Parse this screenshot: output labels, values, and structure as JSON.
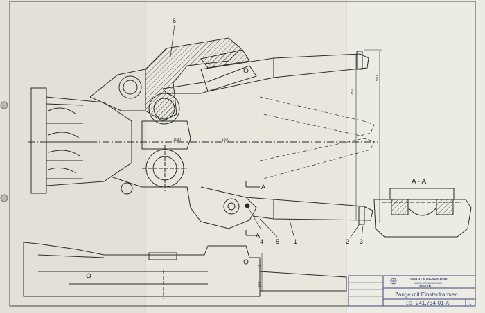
{
  "callouts": {
    "c6": "6",
    "c4": "4",
    "c5": "5",
    "c1": "1",
    "c2": "2",
    "c3": "3",
    "a1": "A",
    "a2": "A"
  },
  "section_label": "A - A",
  "dims": {
    "d1": "1090",
    "d2": "1500",
    "d3": "1250",
    "d4": "1560",
    "d5": "775",
    "d6": "340"
  },
  "title_block": {
    "company": "DANGO & DIENENTHAL",
    "company_sub": "MASCHINENBAU GMBH",
    "city": "SIEGEN",
    "title": "Zange mit Einsteckarmen",
    "scale": "1:5",
    "drawing_no": "241.734-01-X-",
    "sheet": "1"
  },
  "colors": {
    "paper": "#e9e6de",
    "ink": "#2b2b2b",
    "blue_ink": "#3a4a7a"
  }
}
